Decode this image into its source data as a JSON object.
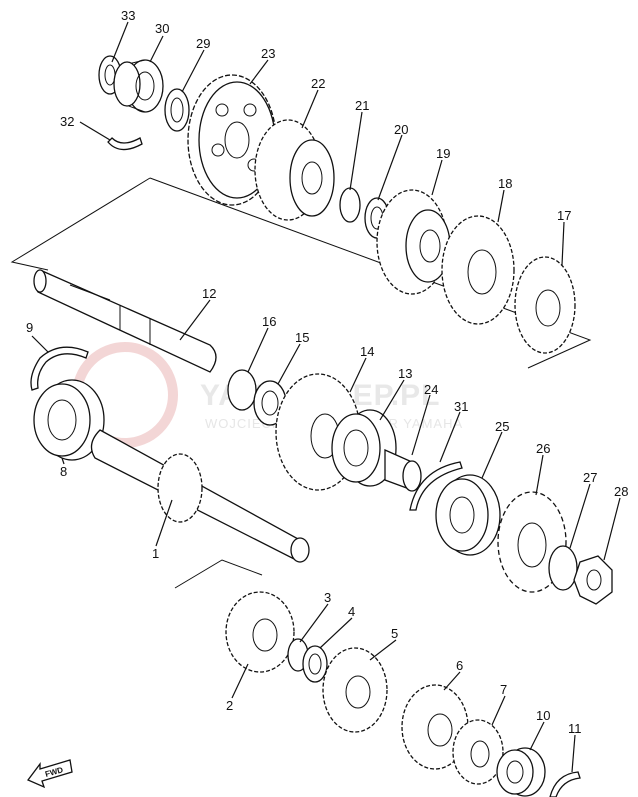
{
  "watermark": {
    "brand": "YAMASKLEP.PL",
    "tagline": "WOJCIECHOWSCY DEALER YAMAHA"
  },
  "fwd_label": "FWD",
  "callouts": {
    "p1": "1",
    "p2": "2",
    "p3": "3",
    "p4": "4",
    "p5": "5",
    "p6": "6",
    "p7": "7",
    "p8": "8",
    "p9": "9",
    "p10": "10",
    "p11": "11",
    "p12": "12",
    "p13": "13",
    "p14": "14",
    "p15": "15",
    "p16": "16",
    "p17": "17",
    "p18": "18",
    "p19": "19",
    "p20": "20",
    "p21": "21",
    "p22": "22",
    "p23": "23",
    "p24": "24",
    "p25": "25",
    "p26": "26",
    "p27": "27",
    "p28": "28",
    "p29": "29",
    "p30": "30",
    "p31": "31",
    "p32": "32",
    "p33": "33"
  }
}
